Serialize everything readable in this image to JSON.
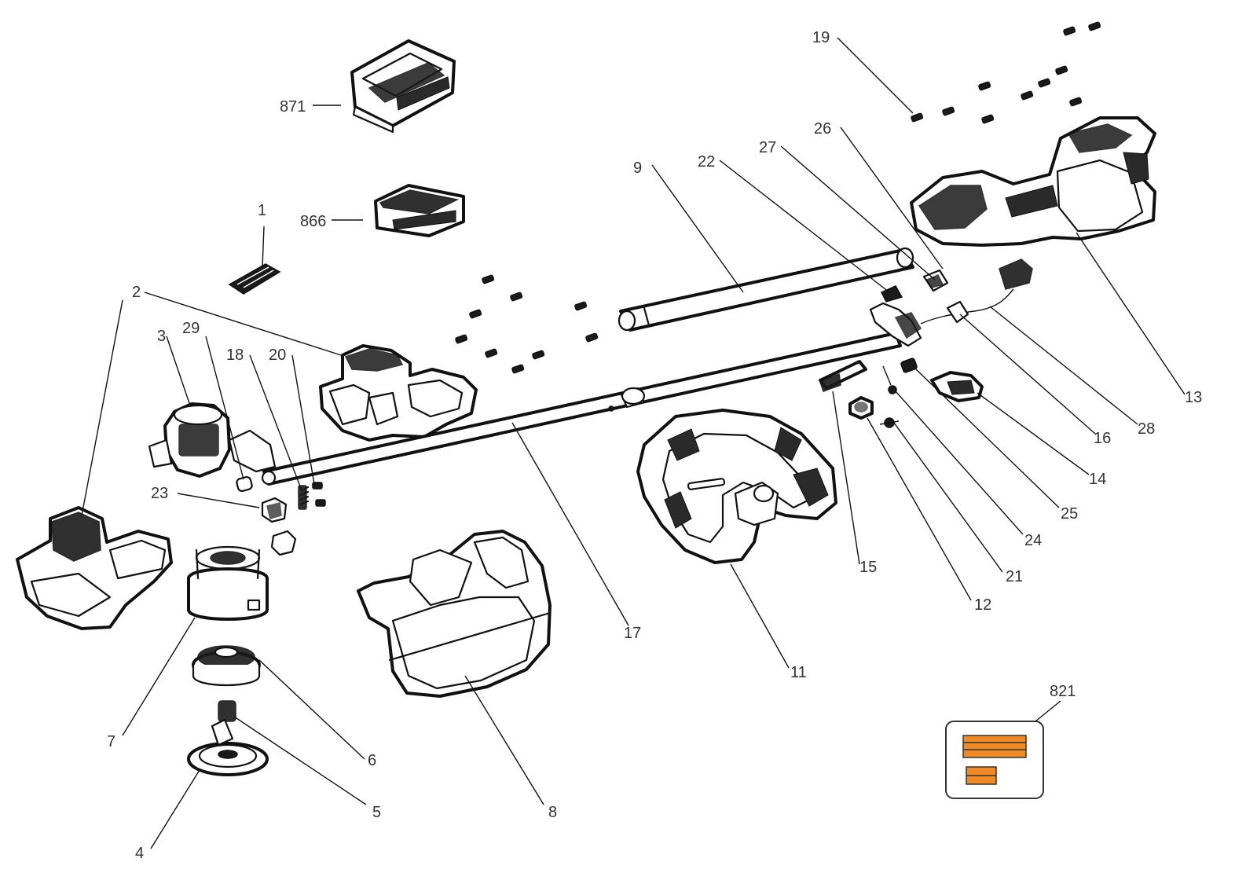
{
  "callouts": [
    {
      "id": "c-871",
      "text": "871"
    },
    {
      "id": "c-866",
      "text": "866"
    },
    {
      "id": "c-1",
      "text": "1"
    },
    {
      "id": "c-2",
      "text": "2"
    },
    {
      "id": "c-3",
      "text": "3"
    },
    {
      "id": "c-29",
      "text": "29"
    },
    {
      "id": "c-18",
      "text": "18"
    },
    {
      "id": "c-20",
      "text": "20"
    },
    {
      "id": "c-23",
      "text": "23"
    },
    {
      "id": "c-7",
      "text": "7"
    },
    {
      "id": "c-6",
      "text": "6"
    },
    {
      "id": "c-5",
      "text": "5"
    },
    {
      "id": "c-4",
      "text": "4"
    },
    {
      "id": "c-8",
      "text": "8"
    },
    {
      "id": "c-17",
      "text": "17"
    },
    {
      "id": "c-9",
      "text": "9"
    },
    {
      "id": "c-22",
      "text": "22"
    },
    {
      "id": "c-27",
      "text": "27"
    },
    {
      "id": "c-26",
      "text": "26"
    },
    {
      "id": "c-19",
      "text": "19"
    },
    {
      "id": "c-13",
      "text": "13"
    },
    {
      "id": "c-28",
      "text": "28"
    },
    {
      "id": "c-16",
      "text": "16"
    },
    {
      "id": "c-14",
      "text": "14"
    },
    {
      "id": "c-25",
      "text": "25"
    },
    {
      "id": "c-24",
      "text": "24"
    },
    {
      "id": "c-21",
      "text": "21"
    },
    {
      "id": "c-12",
      "text": "12"
    },
    {
      "id": "c-15",
      "text": "15"
    },
    {
      "id": "c-11",
      "text": "11"
    },
    {
      "id": "c-821",
      "text": "821"
    }
  ],
  "colors": {
    "line": "#111111",
    "label_orange": "#f08a24",
    "text": "#333333"
  }
}
